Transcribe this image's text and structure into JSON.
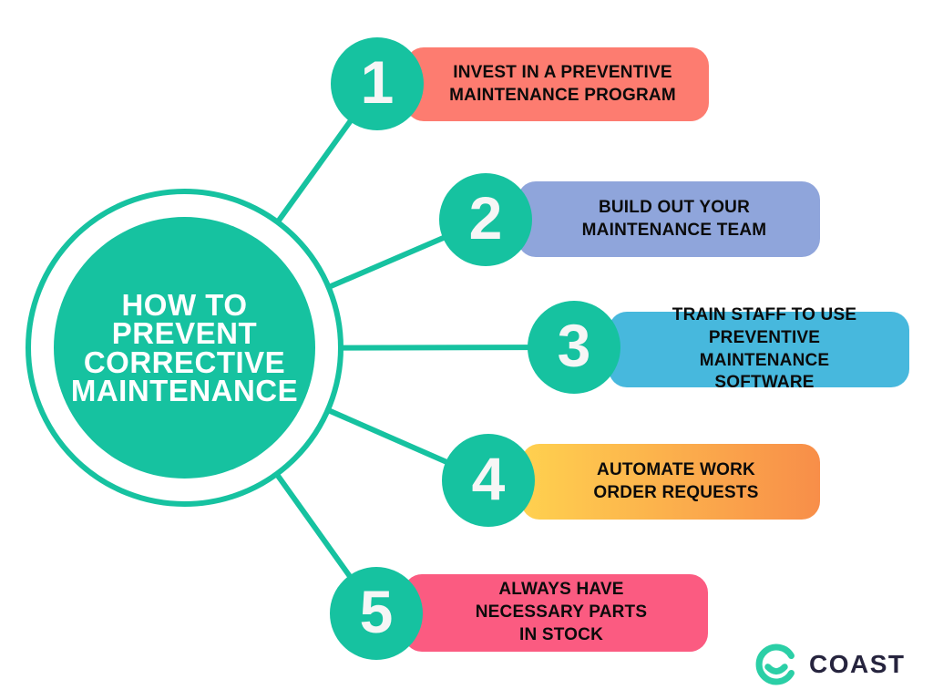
{
  "page": {
    "background": "#FFFFFF"
  },
  "theme": {
    "accent_teal": "#16C2A0",
    "number_color": "#F6F6F6",
    "label_color": "#0B0B0B",
    "title_color": "#FFFFFF"
  },
  "hub": {
    "title": "HOW TO\nPREVENT\nCORRECTIVE\nMAINTENANCE"
  },
  "steps": [
    {
      "number": "1",
      "label": "INVEST IN A PREVENTIVE\nMAINTENANCE PROGRAM",
      "color": "#FD7C70"
    },
    {
      "number": "2",
      "label": "BUILD OUT YOUR\nMAINTENANCE TEAM",
      "color": "#8FA5DB"
    },
    {
      "number": "3",
      "label": "TRAIN STAFF TO USE\nPREVENTIVE MAINTENANCE\nSOFTWARE",
      "color": "#47B8DD"
    },
    {
      "number": "4",
      "label": "AUTOMATE WORK\nORDER REQUESTS",
      "color_gradient": [
        "#FFD14F",
        "#F88E49"
      ]
    },
    {
      "number": "5",
      "label": "ALWAYS HAVE\nNECESSARY PARTS\nIN STOCK",
      "color": "#FB5B81"
    }
  ],
  "brand": {
    "name": "COAST",
    "logo_color": "#2BCFA6",
    "name_color": "#26243E"
  }
}
